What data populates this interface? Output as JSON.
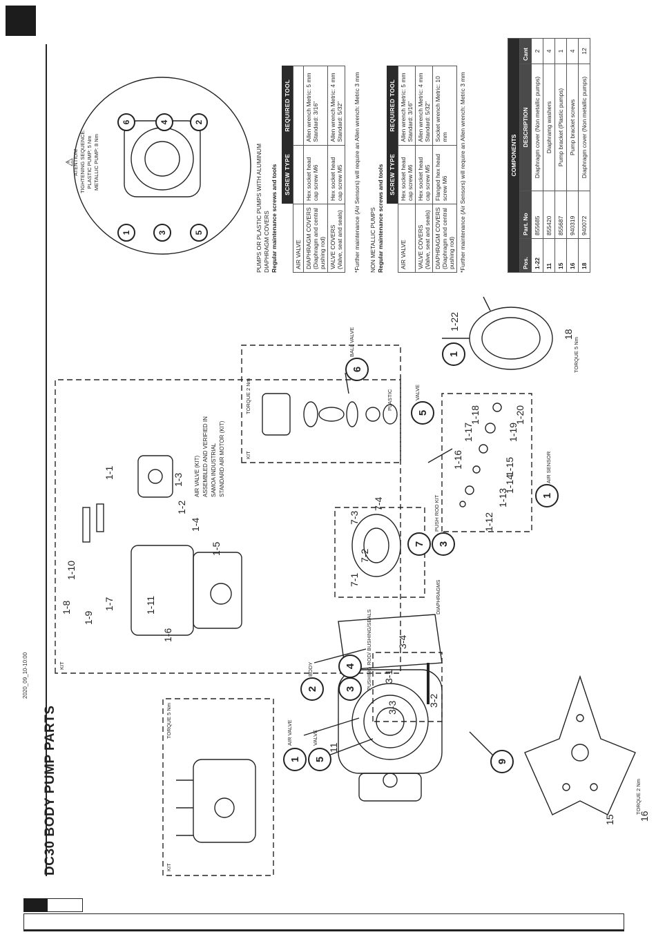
{
  "page": {
    "title": "DC30 BODY PUMP PARTS",
    "date": "2020_09_10-10:00"
  },
  "warning": {
    "lines": [
      "ATENTION!",
      "TIGHTENING SEQUENCE:",
      "PLASTIC PUMP: 5 Nm",
      "METALLIC PUMP: 8 Nm"
    ],
    "sequence_numbers": [
      "1",
      "2",
      "3",
      "4",
      "5",
      "6"
    ]
  },
  "aluminum_table": {
    "heading": [
      "PUMPS OR PLASTIC PUMPS WITH ALUMINUM",
      "DIAPHRAGM COVERS"
    ],
    "subheading": "Regular maintenance screws and tools",
    "columns": [
      "SCREW  TYPE",
      "REQUIRED TOOL"
    ],
    "rows": [
      {
        "item": "AIR VALVE",
        "screw": "",
        "tool": ""
      },
      {
        "item": "DIAPHRAGM COVERS (Diaphragm and central pushing rod)",
        "screw": "Hex socket head cap screw M6",
        "tool": "Allen wrench Metric: 5 mm Standard: 3/16\""
      },
      {
        "item": "VALVE COVERS (Valve, seat and seals)",
        "screw": "Hex socket head cap screw M5",
        "tool": "Allen wrench Metric: 4 mm Standard: 5/32\""
      }
    ],
    "note": "*Further maintenance (Air Sensors) will require an Allen wrench: Metric 3 mm"
  },
  "nonmetal_table": {
    "heading": [
      "NON METALLIC PUMPS"
    ],
    "subheading": "Regular maintenance screws and tools",
    "columns": [
      "SCREW  TYPE",
      "REQUIRED TOOL"
    ],
    "rows": [
      {
        "item": "AIR VALVE",
        "screw": "Hex socket head cap screw M6",
        "tool": "Allen wrench Metric: 5 mm Standard: 3/16\""
      },
      {
        "item": "VALVE COVERS (Valve, seat and seals)",
        "screw": "Hex socket head cap screw M5",
        "tool": "Allen wrench Metric: 4 mm Standard: 5/32\""
      },
      {
        "item": "DIAPHRAGM COVERS (Diaphragm and central pushing rod)",
        "screw": "Flanged hex head screw M6",
        "tool": "Socket wrench Metric: 10 mm"
      }
    ],
    "note": "*Further maintenance (Air Sensors) will require an Allen wrench:  Metric 3 mm"
  },
  "components": {
    "caption": "COMPONENTS",
    "columns": [
      "Pos.",
      "Part. No",
      "DESCRIPTION",
      "Cant"
    ],
    "rows": [
      {
        "pos": "1-22",
        "part": "855685",
        "desc": "Diaphragm cover (Non metallic pumps)",
        "qty": "2"
      },
      {
        "pos": "11",
        "part": "855420",
        "desc": "Diaphramg washers",
        "qty": "4"
      },
      {
        "pos": "15",
        "part": "855687",
        "desc": "Pump bracket (Plastic pumps)",
        "qty": "1"
      },
      {
        "pos": "16",
        "part": "940319",
        "desc": "Pump bracket screws",
        "qty": "4"
      },
      {
        "pos": "18",
        "part": "940072",
        "desc": "Diaphragm cover (Non metallic pumps)",
        "qty": "12"
      }
    ]
  },
  "diagram": {
    "kit_label": "KIT",
    "torque_5": "TORQUE 5 Nm",
    "torque_2": "TORQUE 2 Nm",
    "air_valve_text": [
      "AIR VALVE (KIT)",
      "ASSEMBLED AND VERIFIED IN",
      "SAMOA INDUSTRIAL",
      "STANDARD AIR MOTOR (KIT)"
    ],
    "plastic": "PLASTIC",
    "callouts": [
      {
        "num": "1",
        "label": "AIR VALVE"
      },
      {
        "num": "5",
        "label": "VALVE"
      },
      {
        "num": "2",
        "label": "BODY"
      },
      {
        "num": "3",
        "label": ""
      },
      {
        "num": "4",
        "label": "PUSHING ROD/ BUSHING/SEALS"
      },
      {
        "num": "3",
        "label": "PUSH ROD KIT"
      },
      {
        "num": "7",
        "label": "DIAPHRAGMS"
      },
      {
        "num": "1",
        "label": "AIR SENSOR"
      },
      {
        "num": "5",
        "label": "VALVE"
      },
      {
        "num": "6",
        "label": "BALL VALVE"
      },
      {
        "num": "1",
        "label": ""
      },
      {
        "num": "9",
        "label": ""
      }
    ],
    "part_labels": [
      "1-1",
      "1-2",
      "1-3",
      "1-4",
      "1-5",
      "1-6",
      "1-7",
      "1-8",
      "1-9",
      "1-10",
      "1-11",
      "3-1",
      "3-2",
      "3-3",
      "3-4",
      "7-1",
      "7-2",
      "7-3",
      "7-4",
      "1-12",
      "1-13",
      "1-14",
      "1-15",
      "1-16",
      "1-17",
      "1-18",
      "1-19",
      "1-20",
      "1-22",
      "11",
      "15",
      "16",
      "18"
    ]
  }
}
